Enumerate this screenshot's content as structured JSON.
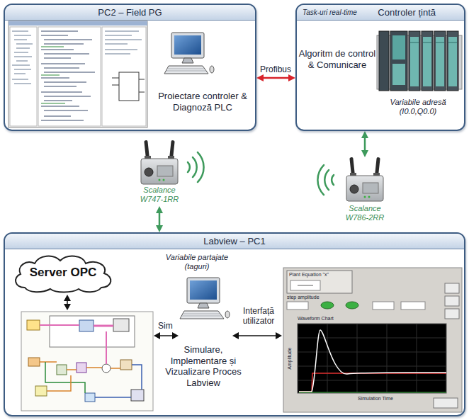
{
  "diagram": {
    "nodes": [
      {
        "text": [
          "PC2 – Field PG",
          "Proiectare controler & Diagnoză PLC"
        ]
      },
      {
        "text": [
          "Task-uri real-time",
          "Controler țintă",
          "Algoritm de control & Comunicare",
          "Variabile adresă (I0.0,Q0.0)"
        ]
      },
      {
        "text": [
          "Scalance W747-1RR"
        ]
      },
      {
        "text": [
          "Scalance W786-2RR"
        ]
      },
      {
        "text": [
          "Labview – PC1",
          "Variabile partajate (taguri)",
          "Simulare, Implementare și Vizualizare Proces Labview"
        ]
      },
      {
        "text": [
          "Server OPC"
        ],
        "in": 4
      }
    ],
    "edges": [
      {
        "from": 0,
        "to": 1,
        "label": "Profibus",
        "arrow": "both"
      },
      {
        "from": 1,
        "to": 3,
        "arrow": "both"
      },
      {
        "from": 2,
        "to": 4,
        "arrow": "both"
      }
    ],
    "labels": [
      "Sim",
      "Interfață utilizator",
      "Plant Equation \"x\"",
      "step amplitude",
      "Waveform Chart",
      "Amplitude",
      "Simulation Time"
    ]
  }
}
